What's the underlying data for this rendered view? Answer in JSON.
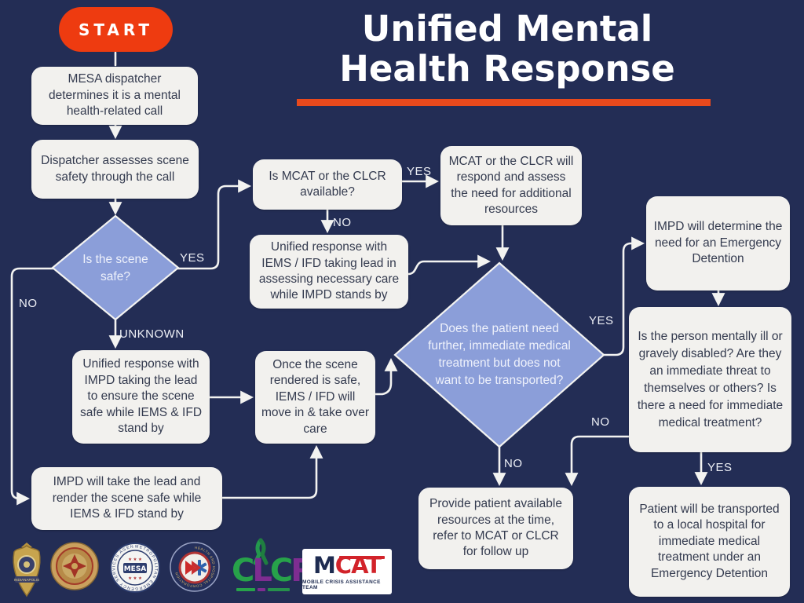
{
  "title": {
    "line1": "Unified Mental",
    "line2": "Health Response"
  },
  "start": {
    "label": "START"
  },
  "nodes": {
    "mesa_dispatch": "MESA dispatcher determines it is a mental health-related call",
    "dispatcher_assess": "Dispatcher assesses scene safety through the call",
    "scene_safe": "Is the scene safe?",
    "mcat_available": "Is MCAT or the CLCR available?",
    "mcat_respond": "MCAT or the CLCR will respond and assess the need for additional resources",
    "unified_iems": "Unified response with IEMS / IFD taking lead in assessing necessary care while IMPD stands by",
    "unified_impd": "Unified response with IMPD taking the lead to ensure the scene safe while IEMS & IFD stand by",
    "once_scene": "Once the scene rendered is safe, IEMS / IFD will move in & take over care",
    "impd_take_lead": "IMPD will take the lead and render the scene safe while IEMS & IFD stand by",
    "patient_need": "Does the patient need further, immediate medical treatment but does not want to be transported?",
    "impd_determine": "IMPD will determine the need for an Emergency Detention",
    "person_mentally": "Is the person mentally ill or gravely disabled? Are they an immediate threat to themselves or others? Is there a need for immediate medical treatment?",
    "provide_patient": "Provide patient available resources at the time, refer to MCAT or CLCR for follow up",
    "patient_transport": "Patient will be transported to a local hospital for immediate medical treatment under an Emergency Detention"
  },
  "edge_labels": {
    "scene_yes": "YES",
    "scene_no": "NO",
    "scene_unknown": "UNKNOWN",
    "avail_yes": "YES",
    "avail_no": "NO",
    "patient_yes": "YES",
    "patient_no": "NO",
    "person_no": "NO",
    "person_yes": "YES"
  },
  "logos": {
    "mesa": {
      "center": "MESA",
      "ring": "METROPOLITAN EMERGENCY SERVICES AGENCY"
    },
    "iems": {
      "ring": "HEALTH AND HOSPITAL CORPORATION"
    },
    "impd": {
      "banner": "INDIANAPOLIS"
    },
    "clcr": {
      "letters": [
        "C",
        "L",
        "C",
        "R"
      ]
    },
    "mcat": {
      "m": "M",
      "cat": "CAT",
      "tagline": "MOBILE CRISIS ASSISTANCE TEAM"
    }
  },
  "colors": {
    "background": "#232d55",
    "box_fill": "#f2f1ee",
    "box_text": "#343b4f",
    "diamond_fill": "#8b9ed9",
    "accent_orange": "#ee3b10",
    "underline_orange": "#e8491c",
    "connector": "#f3f3f1"
  }
}
